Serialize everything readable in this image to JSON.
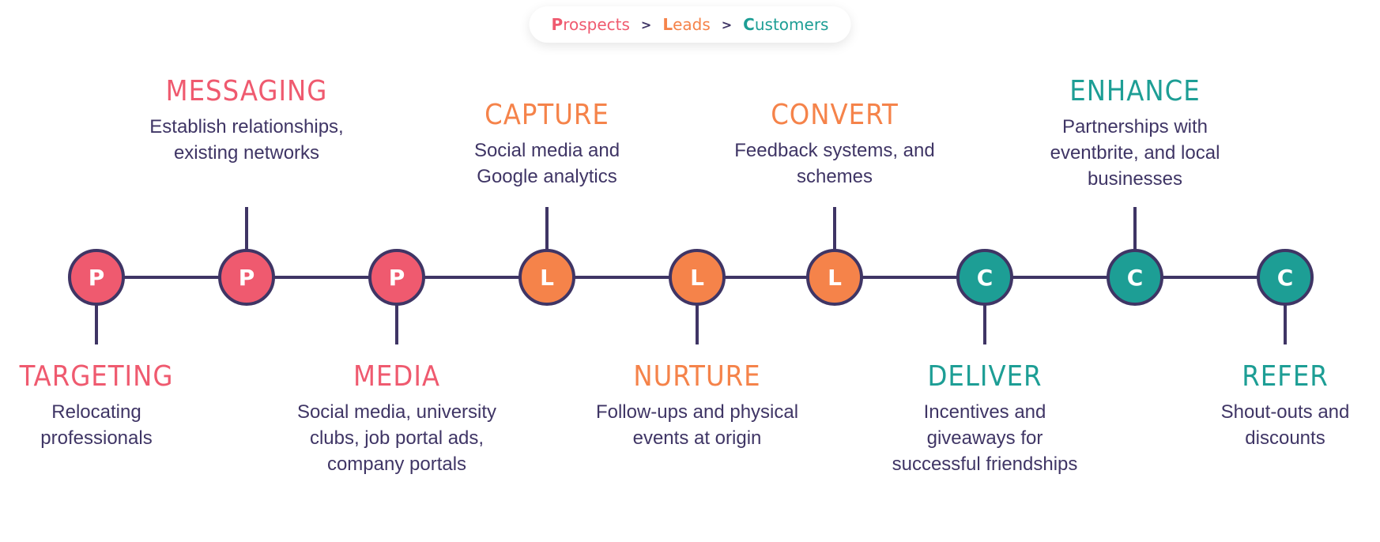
{
  "colors": {
    "prospect": "#ef5a6f",
    "lead": "#f5834a",
    "customer": "#1d9e95",
    "line": "#3f3565",
    "text": "#3f3565"
  },
  "legend": [
    {
      "first": "P",
      "rest": "rospects",
      "type": "prospect"
    },
    {
      "first": "L",
      "rest": "eads",
      "type": "lead"
    },
    {
      "first": "C",
      "rest": "ustomers",
      "type": "customer"
    }
  ],
  "legend_separator": ">",
  "stages": [
    {
      "letter": "P",
      "type": "prospect",
      "title": "TARGETING",
      "desc": "Relocating professionals"
    },
    {
      "letter": "P",
      "type": "prospect",
      "title": "MESSAGING",
      "desc": "Establish relationships, existing networks"
    },
    {
      "letter": "P",
      "type": "prospect",
      "title": "MEDIA",
      "desc": "Social media, university clubs, job portal ads, company portals"
    },
    {
      "letter": "L",
      "type": "lead",
      "title": "CAPTURE",
      "desc": "Social media and Google analytics"
    },
    {
      "letter": "L",
      "type": "lead",
      "title": "NURTURE",
      "desc": "Follow-ups and physical events at origin"
    },
    {
      "letter": "L",
      "type": "lead",
      "title": "CONVERT",
      "desc": "Feedback systems, and schemes"
    },
    {
      "letter": "C",
      "type": "customer",
      "title": "DELIVER",
      "desc": "Incentives and giveaways for successful friendships"
    },
    {
      "letter": "C",
      "type": "customer",
      "title": "ENHANCE",
      "desc": "Partnerships with eventbrite, and local businesses"
    },
    {
      "letter": "C",
      "type": "customer",
      "title": "REFER",
      "desc": "Shout-outs and discounts"
    }
  ]
}
